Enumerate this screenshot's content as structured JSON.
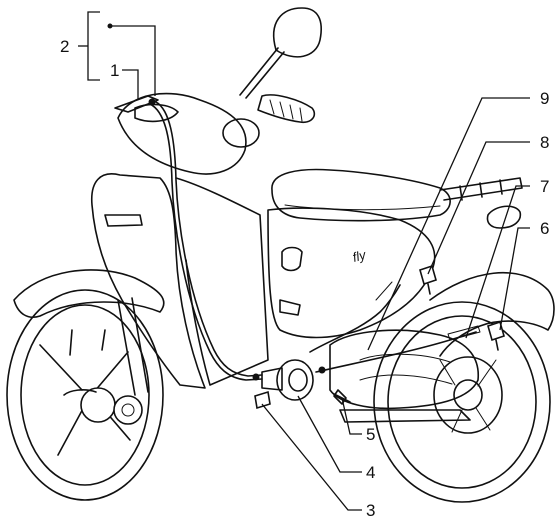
{
  "callouts": [
    {
      "id": "1",
      "label": "1"
    },
    {
      "id": "2",
      "label": "2"
    },
    {
      "id": "3",
      "label": "3"
    },
    {
      "id": "4",
      "label": "4"
    },
    {
      "id": "5",
      "label": "5"
    },
    {
      "id": "6",
      "label": "6"
    },
    {
      "id": "7",
      "label": "7"
    },
    {
      "id": "8",
      "label": "8"
    },
    {
      "id": "9",
      "label": "9"
    }
  ],
  "badge_text": "fly",
  "colors": {
    "ink": "#111111",
    "paper": "#ffffff"
  }
}
